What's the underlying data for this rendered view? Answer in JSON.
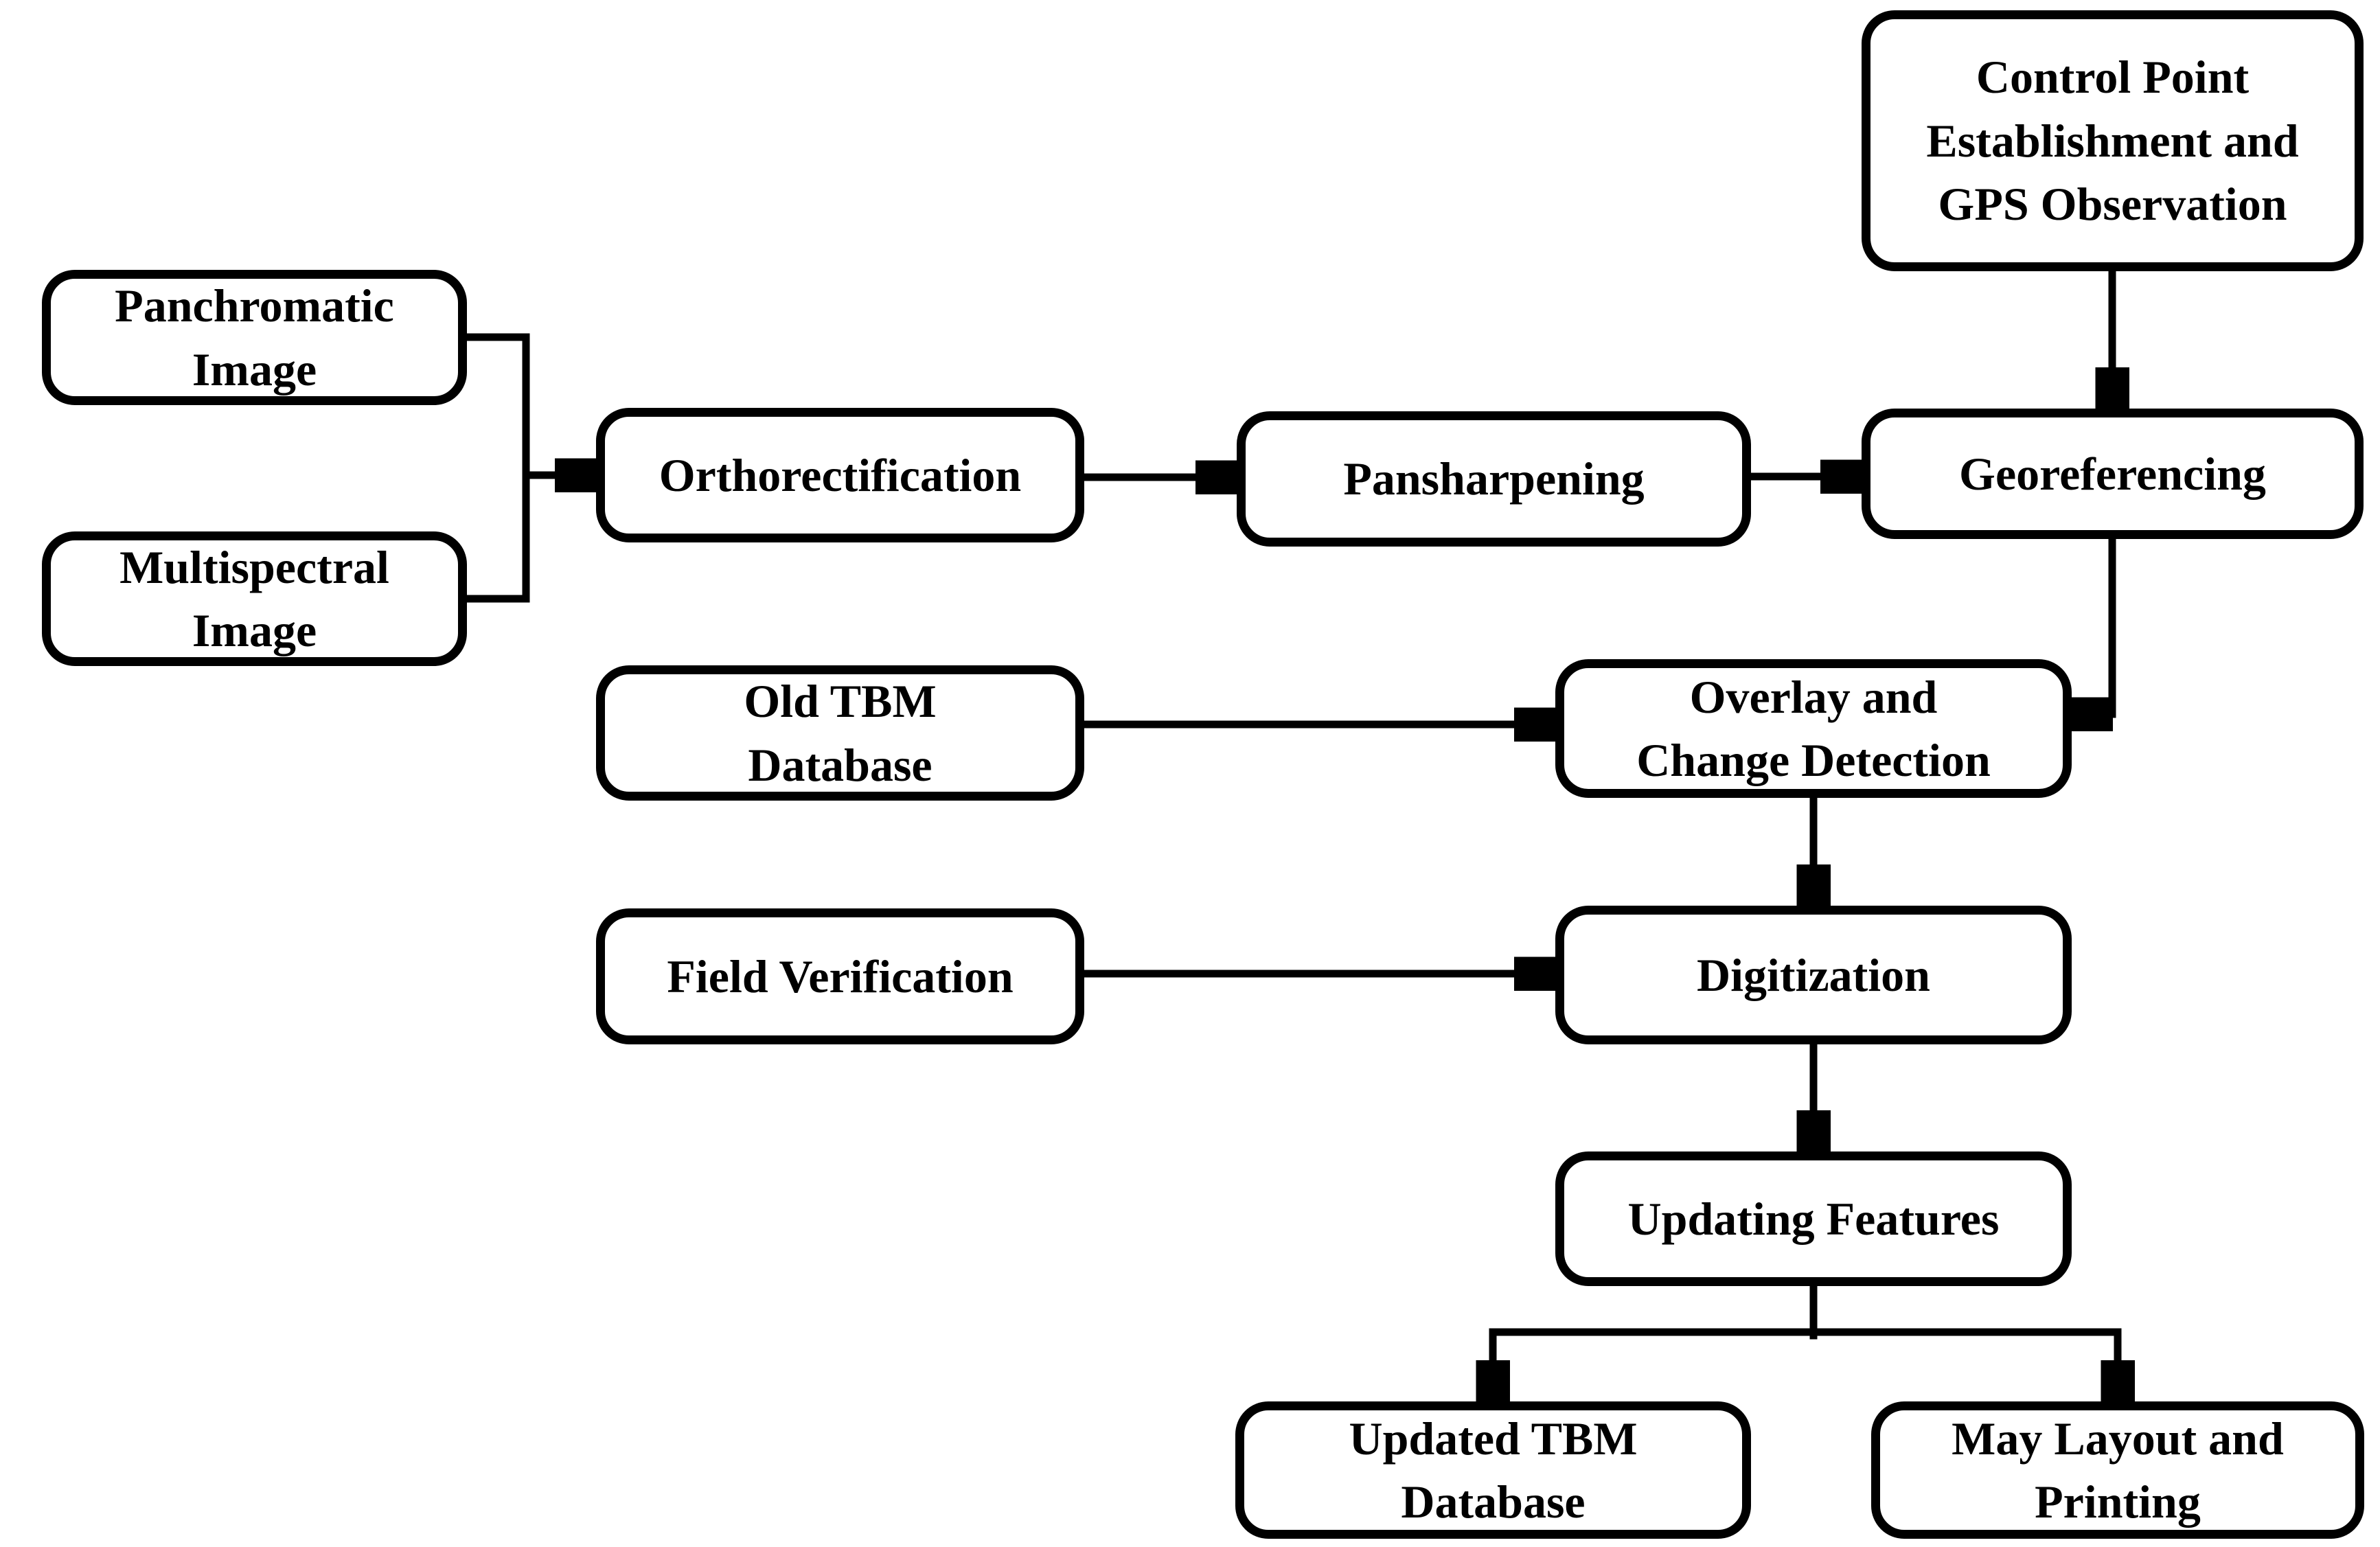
{
  "diagram": {
    "type": "flowchart",
    "background_color": "#ffffff",
    "line_color": "#000000",
    "text_color": "#000000",
    "nodes": [
      {
        "id": "control-point",
        "label": "Control Point\nEstablishment and\nGPS Observation"
      },
      {
        "id": "panchromatic",
        "label": "Panchromatic\nImage"
      },
      {
        "id": "multispectral",
        "label": "Multispectral\nImage"
      },
      {
        "id": "orthorectification",
        "label": "Orthorectification"
      },
      {
        "id": "pansharpening",
        "label": "Pansharpening"
      },
      {
        "id": "georeferencing",
        "label": "Georeferencing"
      },
      {
        "id": "old-tbm-database",
        "label": "Old TBM\nDatabase"
      },
      {
        "id": "overlay-change-detection",
        "label": "Overlay and\nChange Detection"
      },
      {
        "id": "field-verification",
        "label": "Field Verification"
      },
      {
        "id": "digitization",
        "label": "Digitization"
      },
      {
        "id": "updating-features",
        "label": "Updating Features"
      },
      {
        "id": "updated-tbm-database",
        "label": "Updated TBM\nDatabase"
      },
      {
        "id": "may-layout-printing",
        "label": "May Layout and\nPrinting"
      }
    ],
    "edges": [
      {
        "from": "panchromatic",
        "to": "orthorectification"
      },
      {
        "from": "multispectral",
        "to": "orthorectification"
      },
      {
        "from": "orthorectification",
        "to": "pansharpening"
      },
      {
        "from": "pansharpening",
        "to": "georeferencing"
      },
      {
        "from": "control-point",
        "to": "georeferencing"
      },
      {
        "from": "georeferencing",
        "to": "overlay-change-detection"
      },
      {
        "from": "old-tbm-database",
        "to": "overlay-change-detection"
      },
      {
        "from": "overlay-change-detection",
        "to": "digitization"
      },
      {
        "from": "field-verification",
        "to": "digitization"
      },
      {
        "from": "digitization",
        "to": "updating-features"
      },
      {
        "from": "updating-features",
        "to": "updated-tbm-database"
      },
      {
        "from": "updating-features",
        "to": "may-layout-printing"
      }
    ]
  }
}
